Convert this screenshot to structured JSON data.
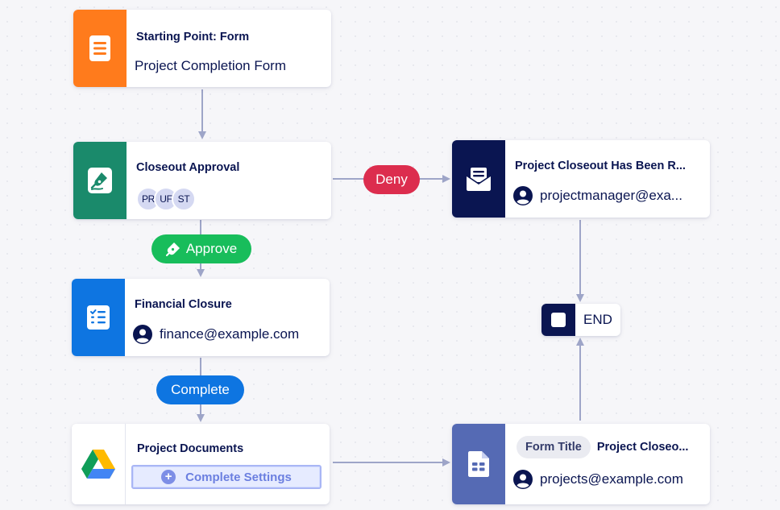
{
  "workflow": {
    "start_form": {
      "title": "Starting Point: Form",
      "subtitle": "Project Completion Form",
      "icon": "form-icon",
      "color": "#ff7b1c"
    },
    "closeout_approval": {
      "title": "Closeout Approval",
      "icon": "approval-pen-icon",
      "color": "#1a8a6b",
      "assignees": [
        "PR",
        "UF",
        "ST"
      ]
    },
    "deny_notification": {
      "title": "Project Closeout Has Been R...",
      "recipient": "projectmanager@exa...",
      "icon": "email-icon",
      "color": "#0a1551"
    },
    "financial_closure": {
      "title": "Financial Closure",
      "assignee": "finance@example.com",
      "icon": "task-list-icon",
      "color": "#0e75e1"
    },
    "project_documents": {
      "title": "Project Documents",
      "button_label": "Complete Settings",
      "icon": "google-drive-icon"
    },
    "project_closeout_doc": {
      "tag": "Form Title",
      "title": "Project Closeo...",
      "recipient": "projects@example.com",
      "icon": "document-icon",
      "color": "#556ab4"
    },
    "end": {
      "label": "END",
      "icon": "stop-icon"
    }
  },
  "transitions": {
    "deny": {
      "label": "Deny",
      "color": "#dc2d4e"
    },
    "approve": {
      "label": "Approve",
      "color": "#18bd5b"
    },
    "complete": {
      "label": "Complete",
      "color": "#0e75e1"
    }
  },
  "connector_color": "#9ea5c8"
}
